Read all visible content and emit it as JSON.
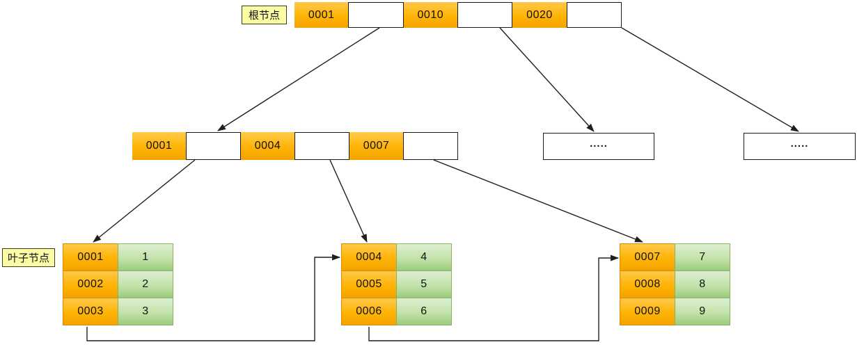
{
  "labels": {
    "root": "根节点",
    "leaf": "叶子节点"
  },
  "root_node": {
    "cells": [
      {
        "type": "key",
        "text": "0001"
      },
      {
        "type": "pointer",
        "text": ""
      },
      {
        "type": "key",
        "text": "0010"
      },
      {
        "type": "pointer",
        "text": ""
      },
      {
        "type": "key",
        "text": "0020"
      },
      {
        "type": "pointer",
        "text": ""
      }
    ]
  },
  "internal_node": {
    "cells": [
      {
        "type": "key",
        "text": "0001"
      },
      {
        "type": "pointer",
        "text": ""
      },
      {
        "type": "key",
        "text": "0004"
      },
      {
        "type": "pointer",
        "text": ""
      },
      {
        "type": "key",
        "text": "0007"
      },
      {
        "type": "pointer",
        "text": ""
      }
    ]
  },
  "ellipsis_nodes": [
    {
      "text": "....."
    },
    {
      "text": "....."
    }
  ],
  "leaf_nodes": [
    {
      "rows": [
        {
          "key": "0001",
          "value": "1"
        },
        {
          "key": "0002",
          "value": "2"
        },
        {
          "key": "0003",
          "value": "3"
        }
      ]
    },
    {
      "rows": [
        {
          "key": "0004",
          "value": "4"
        },
        {
          "key": "0005",
          "value": "5"
        },
        {
          "key": "0006",
          "value": "6"
        }
      ]
    },
    {
      "rows": [
        {
          "key": "0007",
          "value": "7"
        },
        {
          "key": "0008",
          "value": "8"
        },
        {
          "key": "0009",
          "value": "9"
        }
      ]
    }
  ],
  "colors": {
    "key-grad-top": "#ffc94a",
    "key-grad-bottom": "#f3a200",
    "key-border": "#d98b00",
    "value-grad-top": "#ddeed2",
    "value-grad-bottom": "#9ccb7c",
    "value-border": "#84b566",
    "pointer-border": "#1a1a1a",
    "label-bg": "#fcfca5",
    "label-border": "#3b3b20",
    "line": "#1f1f1f"
  }
}
